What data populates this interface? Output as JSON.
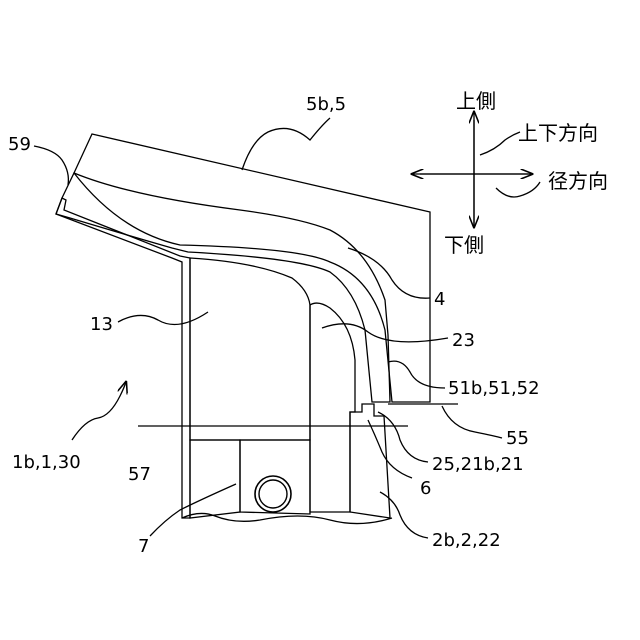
{
  "labels": {
    "l_5b5": "5b,5",
    "l_59": "59",
    "l_4": "4",
    "l_13": "13",
    "l_23": "23",
    "l_51b": "51b,51,52",
    "l_55": "55",
    "l_1b": "1b,1,30",
    "l_57": "57",
    "l_25": "25,21b,21",
    "l_6": "6",
    "l_7": "7",
    "l_2b": "2b,2,22"
  },
  "direction_labels": {
    "upper_side": "上側",
    "vertical_direction": "上下方向",
    "radial_direction": "径方向",
    "lower_side": "下側"
  },
  "colors": {
    "line": "#000000",
    "background": "#ffffff"
  }
}
